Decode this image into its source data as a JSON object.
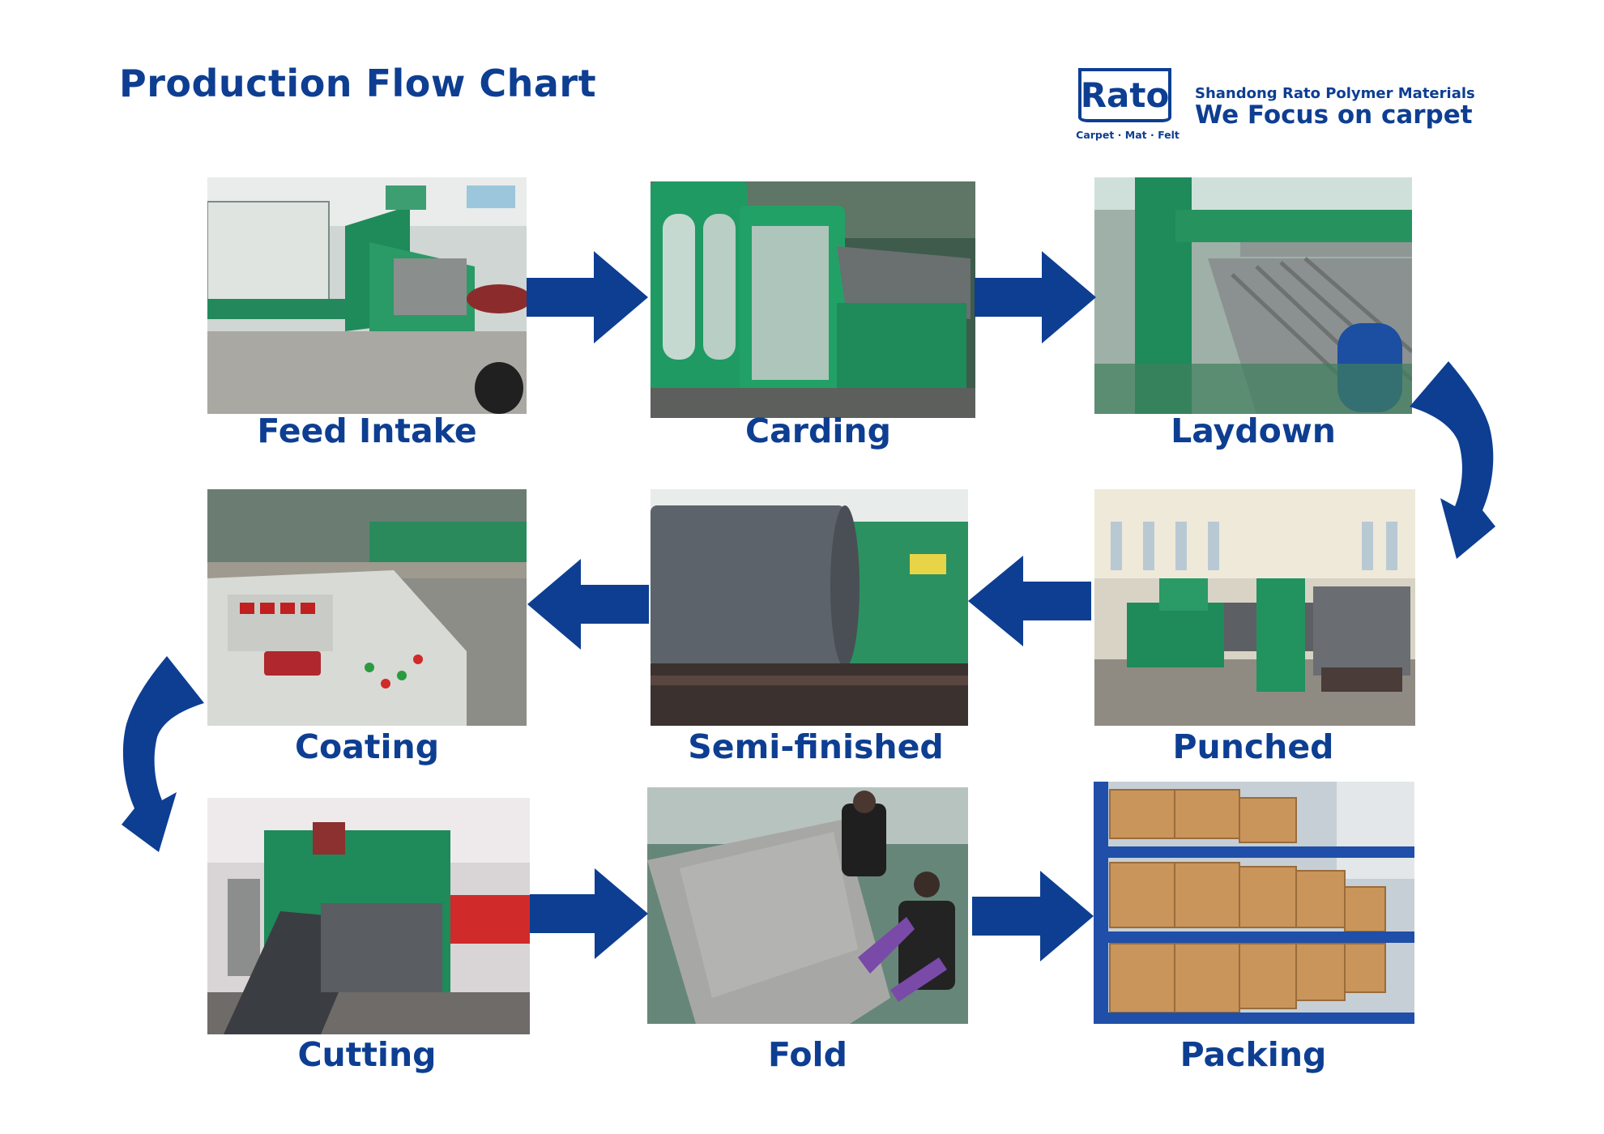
{
  "header": {
    "title": "Production Flow Chart"
  },
  "brand": {
    "logo_word": "Rato",
    "logo_tagline": "Carpet · Mat · Felt",
    "company": "Shandong Rato Polymer Materials",
    "slogan": "We Focus on carpet",
    "color": "#0d3e92"
  },
  "steps": [
    {
      "label": "Feed Intake",
      "icon": "feed-hopper-photo"
    },
    {
      "label": "Carding",
      "icon": "carding-machine-photo"
    },
    {
      "label": "Laydown",
      "icon": "laydown-machine-photo"
    },
    {
      "label": "Punched",
      "icon": "needle-punch-line-photo"
    },
    {
      "label": "Semi-finished",
      "icon": "felt-roll-photo"
    },
    {
      "label": "Coating",
      "icon": "control-panel-photo"
    },
    {
      "label": "Cutting",
      "icon": "cutting-machine-photo"
    },
    {
      "label": "Fold",
      "icon": "folding-workers-photo"
    },
    {
      "label": "Packing",
      "icon": "carton-rack-photo"
    }
  ],
  "colors": {
    "arrow": "#0d3e92",
    "machine_green": "#1f8a5a",
    "felt_grey": "#6b6f73",
    "floor": "#a8a8a0",
    "carton": "#c9955a"
  }
}
